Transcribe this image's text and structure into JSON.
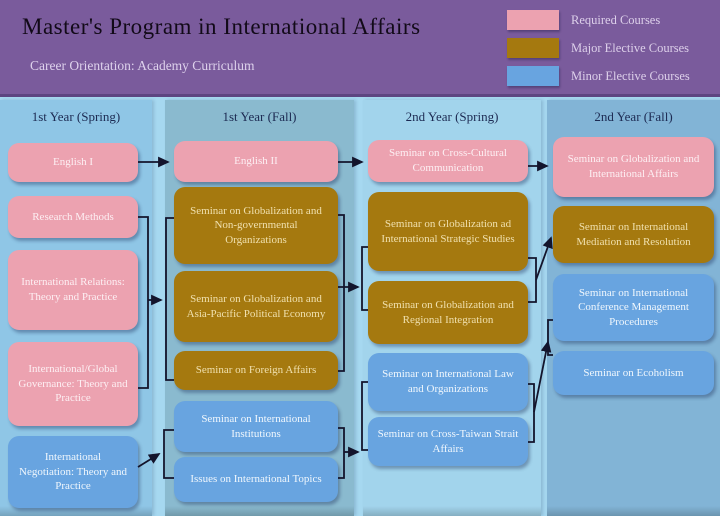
{
  "header": {
    "title": "Master's Program in International Affairs",
    "subtitle": "Career Orientation: Academy Curriculum",
    "bg_color": "#7a5b9c"
  },
  "legend": {
    "items": [
      {
        "type": "required",
        "label": "Required Courses",
        "color": "#eca2b0"
      },
      {
        "type": "major",
        "label": "Major Elective Courses",
        "color": "#a5790f"
      },
      {
        "type": "minor",
        "label": "Minor Elective Courses",
        "color": "#68a4e0"
      }
    ]
  },
  "columns": [
    {
      "label": "1st Year (Spring)",
      "bg": "#8fc6e6"
    },
    {
      "label": "1st Year (Fall)",
      "bg": "#8abacf"
    },
    {
      "label": "2nd Year (Spring)",
      "bg": "#a2d4ec"
    },
    {
      "label": "2nd Year (Fall)",
      "bg": "#82b4d6"
    }
  ],
  "courses": [
    {
      "id": "english-1",
      "column": 0,
      "type": "required",
      "label": "English I"
    },
    {
      "id": "research-methods",
      "column": 0,
      "type": "required",
      "label": "Research Methods"
    },
    {
      "id": "intl-relations",
      "column": 0,
      "type": "required",
      "label": "International Relations: Theory and Practice"
    },
    {
      "id": "intl-global-governance",
      "column": 0,
      "type": "required",
      "label": "International/Global Governance: Theory and Practice"
    },
    {
      "id": "intl-negotiation",
      "column": 0,
      "type": "minor",
      "label": "International Negotiation: Theory and Practice"
    },
    {
      "id": "english-2",
      "column": 1,
      "type": "required",
      "label": "English II"
    },
    {
      "id": "sem-ngo",
      "column": 1,
      "type": "major",
      "label": "Seminar on Globalization and Non-governmental Organizations"
    },
    {
      "id": "sem-asia-pacific",
      "column": 1,
      "type": "major",
      "label": "Seminar on Globalization and Asia-Pacific Political Economy"
    },
    {
      "id": "sem-foreign-affairs",
      "column": 1,
      "type": "major",
      "label": "Seminar on Foreign Affairs"
    },
    {
      "id": "sem-intl-institutions",
      "column": 1,
      "type": "minor",
      "label": "Seminar on International Institutions"
    },
    {
      "id": "issues-intl-topics",
      "column": 1,
      "type": "minor",
      "label": "Issues on International Topics"
    },
    {
      "id": "sem-cross-cultural",
      "column": 2,
      "type": "required",
      "label": "Seminar on Cross-Cultural Communication"
    },
    {
      "id": "sem-strategic-studies",
      "column": 2,
      "type": "major",
      "label": "Seminar on Globalization ad International Strategic Studies"
    },
    {
      "id": "sem-regional-integration",
      "column": 2,
      "type": "major",
      "label": "Seminar on Globalization and Regional Integration"
    },
    {
      "id": "sem-intl-law",
      "column": 2,
      "type": "minor",
      "label": "Seminar on International Law and Organizations"
    },
    {
      "id": "sem-cross-taiwan",
      "column": 2,
      "type": "minor",
      "label": "Seminar on Cross-Taiwan Strait Affairs"
    },
    {
      "id": "sem-glob-intl-affairs",
      "column": 3,
      "type": "required",
      "label": "Seminar on Globalization and International Affairs"
    },
    {
      "id": "sem-mediation",
      "column": 3,
      "type": "major",
      "label": "Seminar on International Mediation and Resolution"
    },
    {
      "id": "sem-conference",
      "column": 3,
      "type": "minor",
      "label": "Seminar on International Conference Management Procedures"
    },
    {
      "id": "sem-ecoholism",
      "column": 3,
      "type": "minor",
      "label": "Seminar on Ecoholism"
    }
  ],
  "connector_color": "#13142c"
}
